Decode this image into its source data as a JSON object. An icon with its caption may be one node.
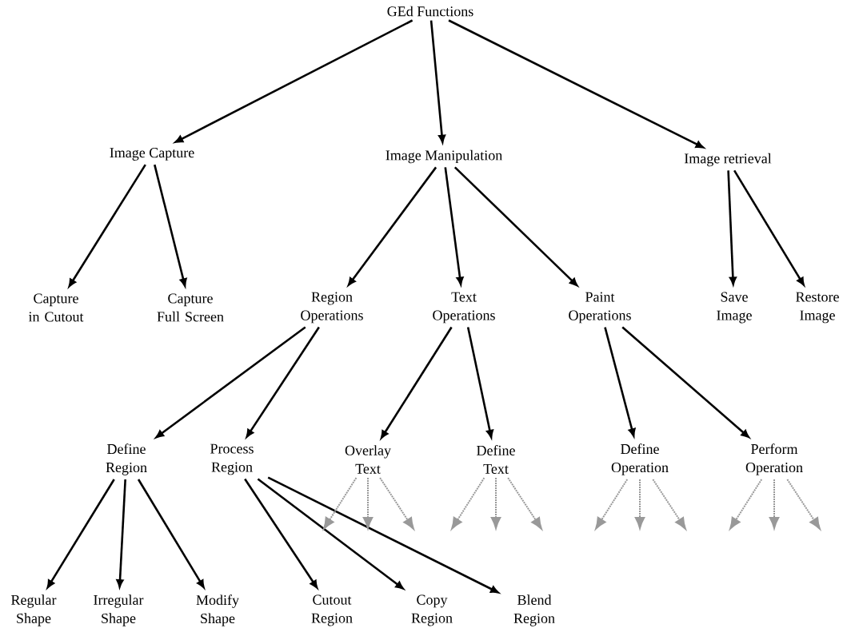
{
  "diagram": {
    "nodes": [
      {
        "text": [
          "GEd Functions"
        ]
      },
      {
        "text": [
          "Image Capture"
        ]
      },
      {
        "text": [
          "Image Manipulation"
        ]
      },
      {
        "text": [
          "Image retrieval"
        ]
      },
      {
        "text": [
          "Capture in Cutout"
        ]
      },
      {
        "text": [
          "Capture Full Screen"
        ]
      },
      {
        "text": [
          "Region Operations"
        ]
      },
      {
        "text": [
          "Text Operations"
        ]
      },
      {
        "text": [
          "Paint Operations"
        ]
      },
      {
        "text": [
          "Save Image"
        ]
      },
      {
        "text": [
          "Restore Image"
        ]
      },
      {
        "text": [
          "Define Region"
        ]
      },
      {
        "text": [
          "Process Region"
        ]
      },
      {
        "text": [
          "Overlay Text"
        ]
      },
      {
        "text": [
          "Define Text"
        ]
      },
      {
        "text": [
          "Define Operation"
        ]
      },
      {
        "text": [
          "Perform Operation"
        ]
      },
      {
        "text": [
          "Regular Shape"
        ]
      },
      {
        "text": [
          "Irregular Shape"
        ]
      },
      {
        "text": [
          "Modify Shape"
        ]
      },
      {
        "text": [
          "Cutout Region"
        ]
      },
      {
        "text": [
          "Copy Region"
        ]
      },
      {
        "text": [
          "Blend Region"
        ]
      }
    ],
    "edges": [
      {
        "from": 0,
        "to": 1,
        "arrow": "to"
      },
      {
        "from": 0,
        "to": 2,
        "arrow": "to"
      },
      {
        "from": 0,
        "to": 3,
        "arrow": "to"
      },
      {
        "from": 1,
        "to": 4,
        "arrow": "to"
      },
      {
        "from": 1,
        "to": 5,
        "arrow": "to"
      },
      {
        "from": 2,
        "to": 6,
        "arrow": "to"
      },
      {
        "from": 2,
        "to": 7,
        "arrow": "to"
      },
      {
        "from": 2,
        "to": 8,
        "arrow": "to"
      },
      {
        "from": 3,
        "to": 9,
        "arrow": "to"
      },
      {
        "from": 3,
        "to": 10,
        "arrow": "to"
      },
      {
        "from": 6,
        "to": 11,
        "arrow": "to"
      },
      {
        "from": 6,
        "to": 12,
        "arrow": "to"
      },
      {
        "from": 7,
        "to": 13,
        "arrow": "to"
      },
      {
        "from": 7,
        "to": 14,
        "arrow": "to"
      },
      {
        "from": 8,
        "to": 15,
        "arrow": "to"
      },
      {
        "from": 8,
        "to": 16,
        "arrow": "to"
      },
      {
        "from": 11,
        "to": 17,
        "arrow": "to"
      },
      {
        "from": 11,
        "to": 18,
        "arrow": "to"
      },
      {
        "from": 11,
        "to": 19,
        "arrow": "to"
      },
      {
        "from": 12,
        "to": 20,
        "arrow": "to"
      },
      {
        "from": 12,
        "to": 21,
        "arrow": "to"
      },
      {
        "from": 12,
        "to": 22,
        "arrow": "to"
      },
      {
        "from": 13,
        "to": null,
        "arrow": "to",
        "style": "dashed",
        "color": "#999999"
      },
      {
        "from": 13,
        "to": null,
        "arrow": "to",
        "style": "dashed",
        "color": "#999999"
      },
      {
        "from": 13,
        "to": null,
        "arrow": "to",
        "style": "dashed",
        "color": "#999999"
      },
      {
        "from": 14,
        "to": null,
        "arrow": "to",
        "style": "dashed",
        "color": "#999999"
      },
      {
        "from": 14,
        "to": null,
        "arrow": "to",
        "style": "dashed",
        "color": "#999999"
      },
      {
        "from": 14,
        "to": null,
        "arrow": "to",
        "style": "dashed",
        "color": "#999999"
      },
      {
        "from": 15,
        "to": null,
        "arrow": "to",
        "style": "dashed",
        "color": "#999999"
      },
      {
        "from": 15,
        "to": null,
        "arrow": "to",
        "style": "dashed",
        "color": "#999999"
      },
      {
        "from": 15,
        "to": null,
        "arrow": "to",
        "style": "dashed",
        "color": "#999999"
      },
      {
        "from": 16,
        "to": null,
        "arrow": "to",
        "style": "dashed",
        "color": "#999999"
      },
      {
        "from": 16,
        "to": null,
        "arrow": "to",
        "style": "dashed",
        "color": "#999999"
      },
      {
        "from": 16,
        "to": null,
        "arrow": "to",
        "style": "dashed",
        "color": "#999999"
      }
    ]
  }
}
